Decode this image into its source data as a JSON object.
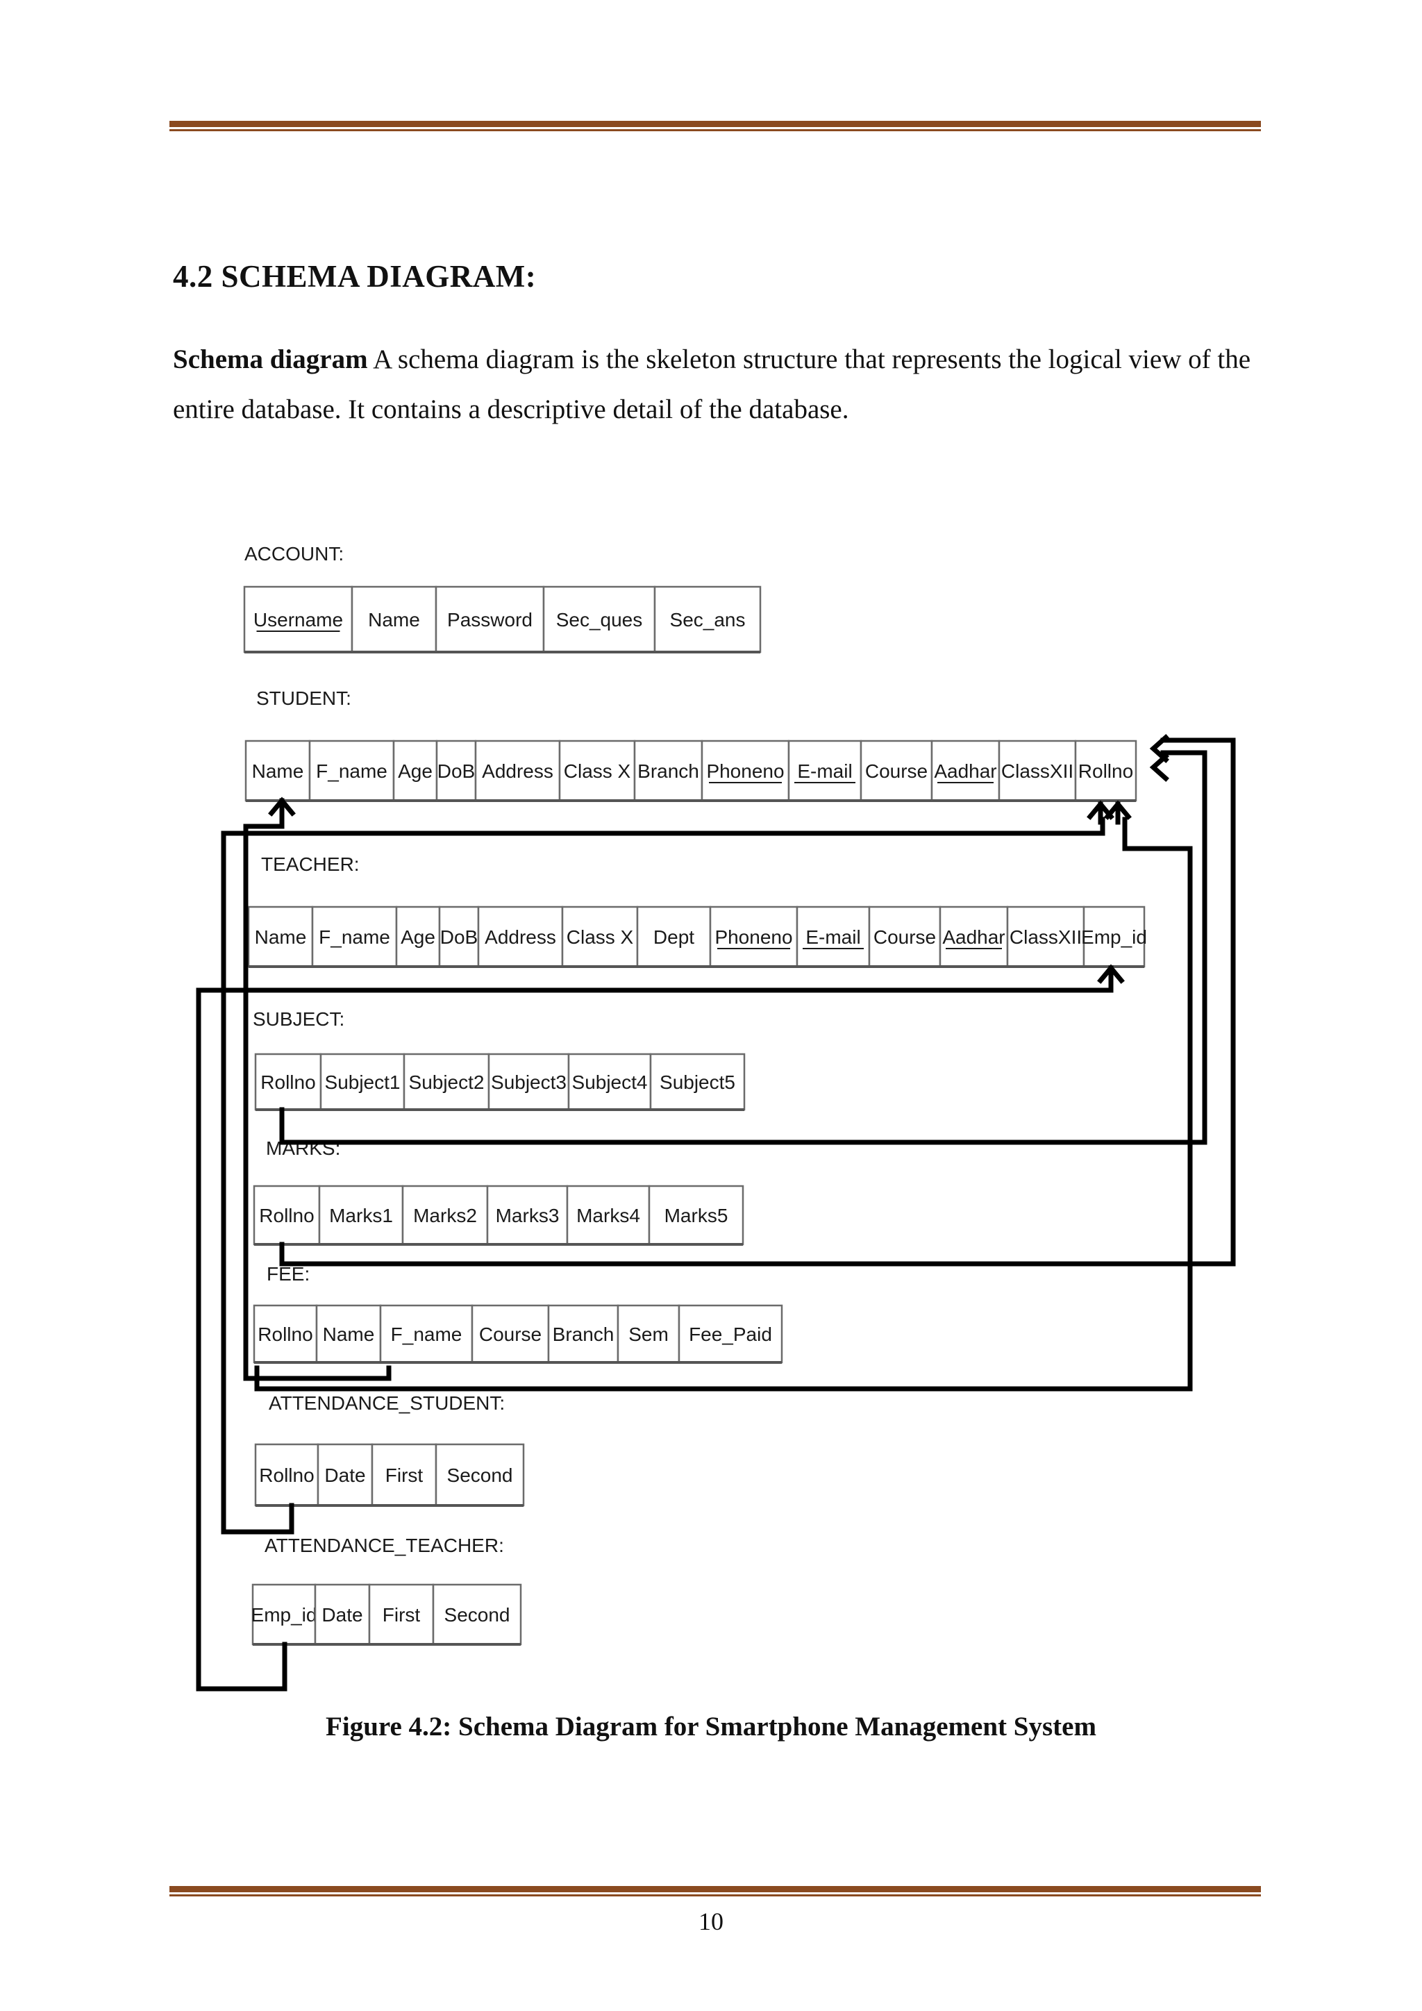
{
  "section_heading": "4.2 SCHEMA DIAGRAM:",
  "intro": {
    "lead": "Schema diagram",
    "text": " A schema diagram is the skeleton structure that represents the logical view of the entire database. It contains a descriptive detail of the database."
  },
  "figure": {
    "caption": "Figure 4.2: Schema Diagram for Smartphone Management System",
    "tables": [
      {
        "id": "account",
        "title": "ACCOUNT:",
        "columns": [
          "Username",
          "Name",
          "Password",
          "Sec_ques",
          "Sec_ans"
        ],
        "underlined": [
          "Username"
        ]
      },
      {
        "id": "student",
        "title": "STUDENT:",
        "columns": [
          "Name",
          "F_name",
          "Age",
          "DoB",
          "Address",
          "Class X",
          "Branch",
          "Phoneno",
          "E-mail",
          "Course",
          "Aadhar",
          "ClassXII",
          "Rollno"
        ],
        "underlined": [
          "Phoneno",
          "E-mail",
          "Aadhar"
        ]
      },
      {
        "id": "teacher",
        "title": "TEACHER:",
        "columns": [
          "Name",
          "F_name",
          "Age",
          "DoB",
          "Address",
          "Class X",
          "Dept",
          "Phoneno",
          "E-mail",
          "Course",
          "Aadhar",
          "ClassXII",
          "Emp_id"
        ],
        "underlined": [
          "Phoneno",
          "E-mail",
          "Aadhar"
        ]
      },
      {
        "id": "subject",
        "title": "SUBJECT:",
        "columns": [
          "Rollno",
          "Subject1",
          "Subject2",
          "Subject3",
          "Subject4",
          "Subject5"
        ],
        "underlined": []
      },
      {
        "id": "marks",
        "title": "MARKS:",
        "columns": [
          "Rollno",
          "Marks1",
          "Marks2",
          "Marks3",
          "Marks4",
          "Marks5"
        ],
        "underlined": []
      },
      {
        "id": "fee",
        "title": "FEE:",
        "columns": [
          "Rollno",
          "Name",
          "F_name",
          "Course",
          "Branch",
          "Sem",
          "Fee_Paid"
        ],
        "underlined": []
      },
      {
        "id": "attendance_student",
        "title": "ATTENDANCE_STUDENT:",
        "columns": [
          "Rollno",
          "Date",
          "First",
          "Second"
        ],
        "underlined": []
      },
      {
        "id": "attendance_teacher",
        "title": "ATTENDANCE_TEACHER:",
        "columns": [
          "Emp_id",
          "Date",
          "First",
          "Second"
        ],
        "underlined": []
      }
    ]
  },
  "page_number": "10",
  "colors": {
    "rule": "#8a4a20",
    "lines": "#000000",
    "cell_border": "#6b6b6b"
  }
}
